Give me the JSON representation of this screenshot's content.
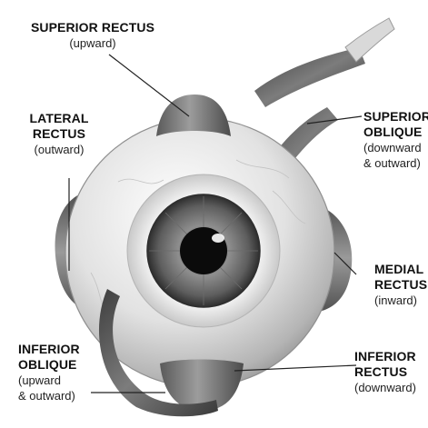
{
  "diagram": {
    "muscles": [
      {
        "id": "superior-rectus",
        "name_lines": [
          "SUPERIOR RECTUS"
        ],
        "direction_lines": [
          "(upward)"
        ]
      },
      {
        "id": "lateral-rectus",
        "name_lines": [
          "LATERAL",
          "RECTUS"
        ],
        "direction_lines": [
          "(outward)"
        ]
      },
      {
        "id": "superior-oblique",
        "name_lines": [
          "SUPERIOR",
          "OBLIQUE"
        ],
        "direction_lines": [
          "(downward",
          "& outward)"
        ]
      },
      {
        "id": "medial-rectus",
        "name_lines": [
          "MEDIAL",
          "RECTUS"
        ],
        "direction_lines": [
          "(inward)"
        ]
      },
      {
        "id": "inferior-oblique",
        "name_lines": [
          "INFERIOR",
          "OBLIQUE"
        ],
        "direction_lines": [
          "(upward",
          "& outward)"
        ]
      },
      {
        "id": "inferior-rectus",
        "name_lines": [
          "INFERIOR",
          "RECTUS"
        ],
        "direction_lines": [
          "(downward)"
        ]
      }
    ]
  }
}
